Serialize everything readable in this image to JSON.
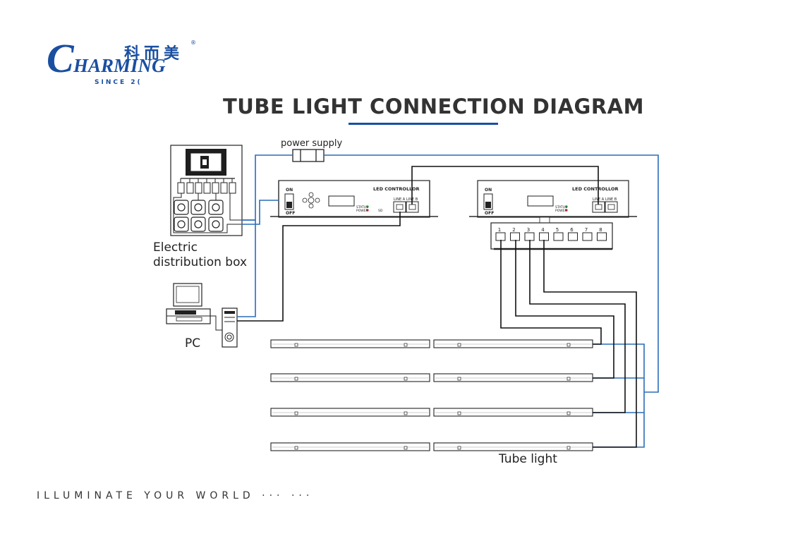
{
  "brand": {
    "chinese_name": "科而美",
    "registered_mark": "®",
    "initial": "C",
    "wordmark": "HARMING",
    "since": "SINCE 2("
  },
  "title": "TUBE LIGHT CONNECTION DIAGRAM",
  "labels": {
    "power_supply": "power supply",
    "distribution_box_line1": "Electric",
    "distribution_box_line2": "distribution box",
    "pc": "PC",
    "tube_light": "Tube light"
  },
  "controller": {
    "name": "LED CONTROLLOR",
    "switch_on": "ON",
    "switch_off": "OFF",
    "port_a": "LINE A",
    "port_b": "LINE B",
    "status_label": "STATUS",
    "power_label": "POWER",
    "sd_label": "SD"
  },
  "splitter_ports": [
    "1",
    "2",
    "3",
    "4",
    "5",
    "6",
    "7",
    "8"
  ],
  "footer": "ILLUMINATE YOUR WORLD ··· ···",
  "colors": {
    "brand_blue": "#1a4fa0",
    "wire_blue": "#2a6db8",
    "wire_black": "#111111",
    "title_gray": "#333333"
  }
}
